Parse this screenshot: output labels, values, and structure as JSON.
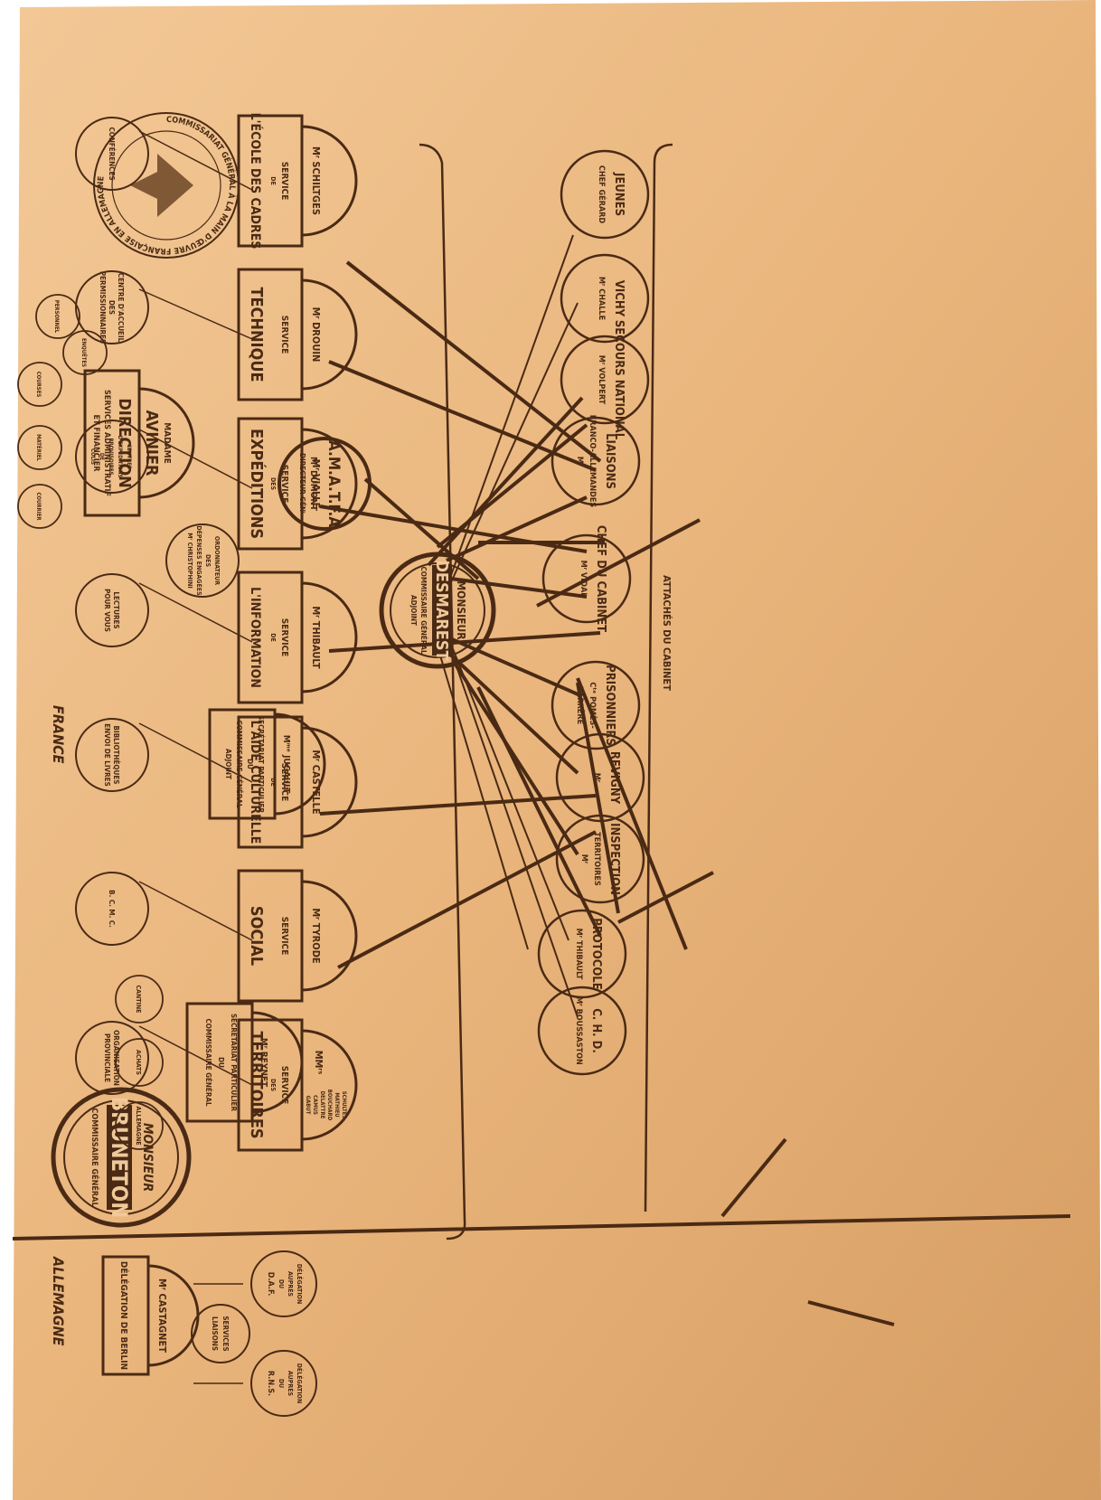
{
  "regions": {
    "france": "FRANCE",
    "allemagne": "ALLEMAGNE"
  },
  "stamp": {
    "text": "COMMISSARIAT GÉNÉRAL À LA MAIN D'ŒUVRE FRANÇAISE EN ALLEMAGNE"
  },
  "brunetong": {
    "l1": "MONSIEUR",
    "l2": "BRUNETON",
    "l3": "COMMISSAIRE GÉNÉRAL"
  },
  "desmarest": {
    "l1": "MONSIEUR",
    "l2": "DESMAREST",
    "l3": "COMMISSAIRE GÉNÉRAL",
    "l4": "ADJOINT"
  },
  "amatfa": {
    "l1": "A.M.A.T.F.A",
    "l2": "Mʳ DUMONT",
    "l3": "DIRECTEUR GÉNᴸ"
  },
  "direction": {
    "dome1": "MADAME",
    "dome2": "AVINIER",
    "l1": "DIRECTION",
    "l2": "SERVICES ADMINISTRATIF",
    "l3": "ET FINANCIER"
  },
  "direction_subs": [
    "PERSONNEL",
    "ENQUÊTES",
    "COURSES",
    "MATÉRIEL",
    "COURRIER"
  ],
  "ordonnateur": {
    "l1": "ORDONNATEUR",
    "l2": "DES",
    "l3": "DÉPENSES ENGAGÉES",
    "l4": "Mʳ CHRISTOPHINI"
  },
  "jugault": {
    "dome": "Mᵐᵉ JUGAULT",
    "l1": "SECRÉTARIAT PARTICULIER",
    "l2": "DU",
    "l3": "COMMISSAIRE GÉNÉRAL",
    "l4": "ADJOINT"
  },
  "reynet": {
    "dome": "Mʳ REYNET",
    "l1": "SECRÉTARIAT PARTICULIER",
    "l2": "DU",
    "l3": "COMMISSAIRE GÉNÉRAL"
  },
  "reynet_subs": [
    "CANTINE",
    "ACHATS",
    "ALLEMAGNE"
  ],
  "berlin": {
    "dome": "Mʳ CASTAGNET",
    "l1": "DÉLÉGATION DE BERLIN"
  },
  "liaisons": {
    "l1": "SERVICES",
    "l2": "LIAISONS"
  },
  "dafs": {
    "l1": "DÉLÉGATION",
    "l2": "AUPRÈS",
    "l3": "DU",
    "l4": "D.A.F."
  },
  "rns": {
    "l1": "DÉLÉGATION",
    "l2": "AUPRÈS",
    "l3": "DU",
    "l4": "R.N.S."
  },
  "attaches": {
    "label": "ATTACHÉS DU CABINET"
  },
  "attaches_list": [
    {
      "l1": "JEUNES",
      "l2": "CHEF GÉRARD"
    },
    {
      "l1": "VICHY",
      "l2": "Mʳ CHALLE"
    },
    {
      "l1": "SECOURS NATIONAL",
      "l2": "Mʳ VOLPERT"
    },
    {
      "l1": "LIAISONS",
      "l2": "FRANCO-ALLEMANDES",
      "l3": "Mʳ"
    },
    {
      "l1": "CHEF DU CABINET",
      "l2": "Mʳ VIDAL"
    },
    {
      "l1": "PRISONNIERS",
      "l2": "Cᵗᵉ POMÈS-",
      "l3": "BARRÈRE"
    },
    {
      "l1": "REVIGNY",
      "l2": "Mʳ"
    },
    {
      "l1": "INSPECTION",
      "l2": "TERRITOIRES",
      "l3": "Mʳ"
    },
    {
      "l1": "PROTOCOLE",
      "l2": "Mʳ THIBAULT"
    },
    {
      "l1": "C. H. D.",
      "l2": "Mʳ BOUSSASTON"
    }
  ],
  "services": [
    {
      "dome": "Mʳ SCHILTGES",
      "l1": "SERVICE",
      "l2": "DE",
      "l3": "L'ÉCOLE DES CADRES",
      "sub": [
        "CONFÉRENCES"
      ]
    },
    {
      "dome": "Mʳ DROUIN",
      "l1": "SERVICE",
      "l2": "",
      "l3": "TECHNIQUE",
      "sub": [
        "CENTRE D'ACCUEIL",
        "DES",
        "PERMISSIONNAIRES"
      ]
    },
    {
      "dome": "Mʳ VIALLE",
      "l1": "SERVICE",
      "l2": "DES",
      "l3": "EXPÉDITIONS",
      "sub": [
        "CENTRES",
        "D'EXPÉDITIONS",
        "PROVISOIRES",
        "DE",
        "COLIS"
      ]
    },
    {
      "dome": "Mʳ THIBAULT",
      "l1": "SERVICE",
      "l2": "DE",
      "l3": "L'INFORMATION",
      "sub": [
        "LECTURES",
        "POUR VOUS"
      ]
    },
    {
      "dome": "Mʳ CASTELLE",
      "l1": "SERVICE",
      "l2": "DE",
      "l3": "L'AIDE CULTURELLE",
      "sub": [
        "BIBLIOTHÈQUES",
        "ENVOI DE LIVRES"
      ]
    },
    {
      "dome": "Mʳ TYRODE",
      "l1": "SERVICE",
      "l2": "",
      "l3": "SOCIAL",
      "sub": [
        "B. C. M. C."
      ]
    },
    {
      "dome": "MMʳˢ",
      "l1": "SERVICE",
      "l2": "DES",
      "l3": "TERRITOIRES",
      "sub": [
        "ORGANISATION",
        "PROVINCIALE"
      ],
      "dome_list": [
        "SCHULTES",
        "MATHIEU",
        "BOUCHARD",
        "DELATTRE",
        "CAMUS",
        "GABUT"
      ]
    }
  ],
  "colors": {
    "ink": "#4a2a14",
    "paper": "#e8b57c"
  }
}
